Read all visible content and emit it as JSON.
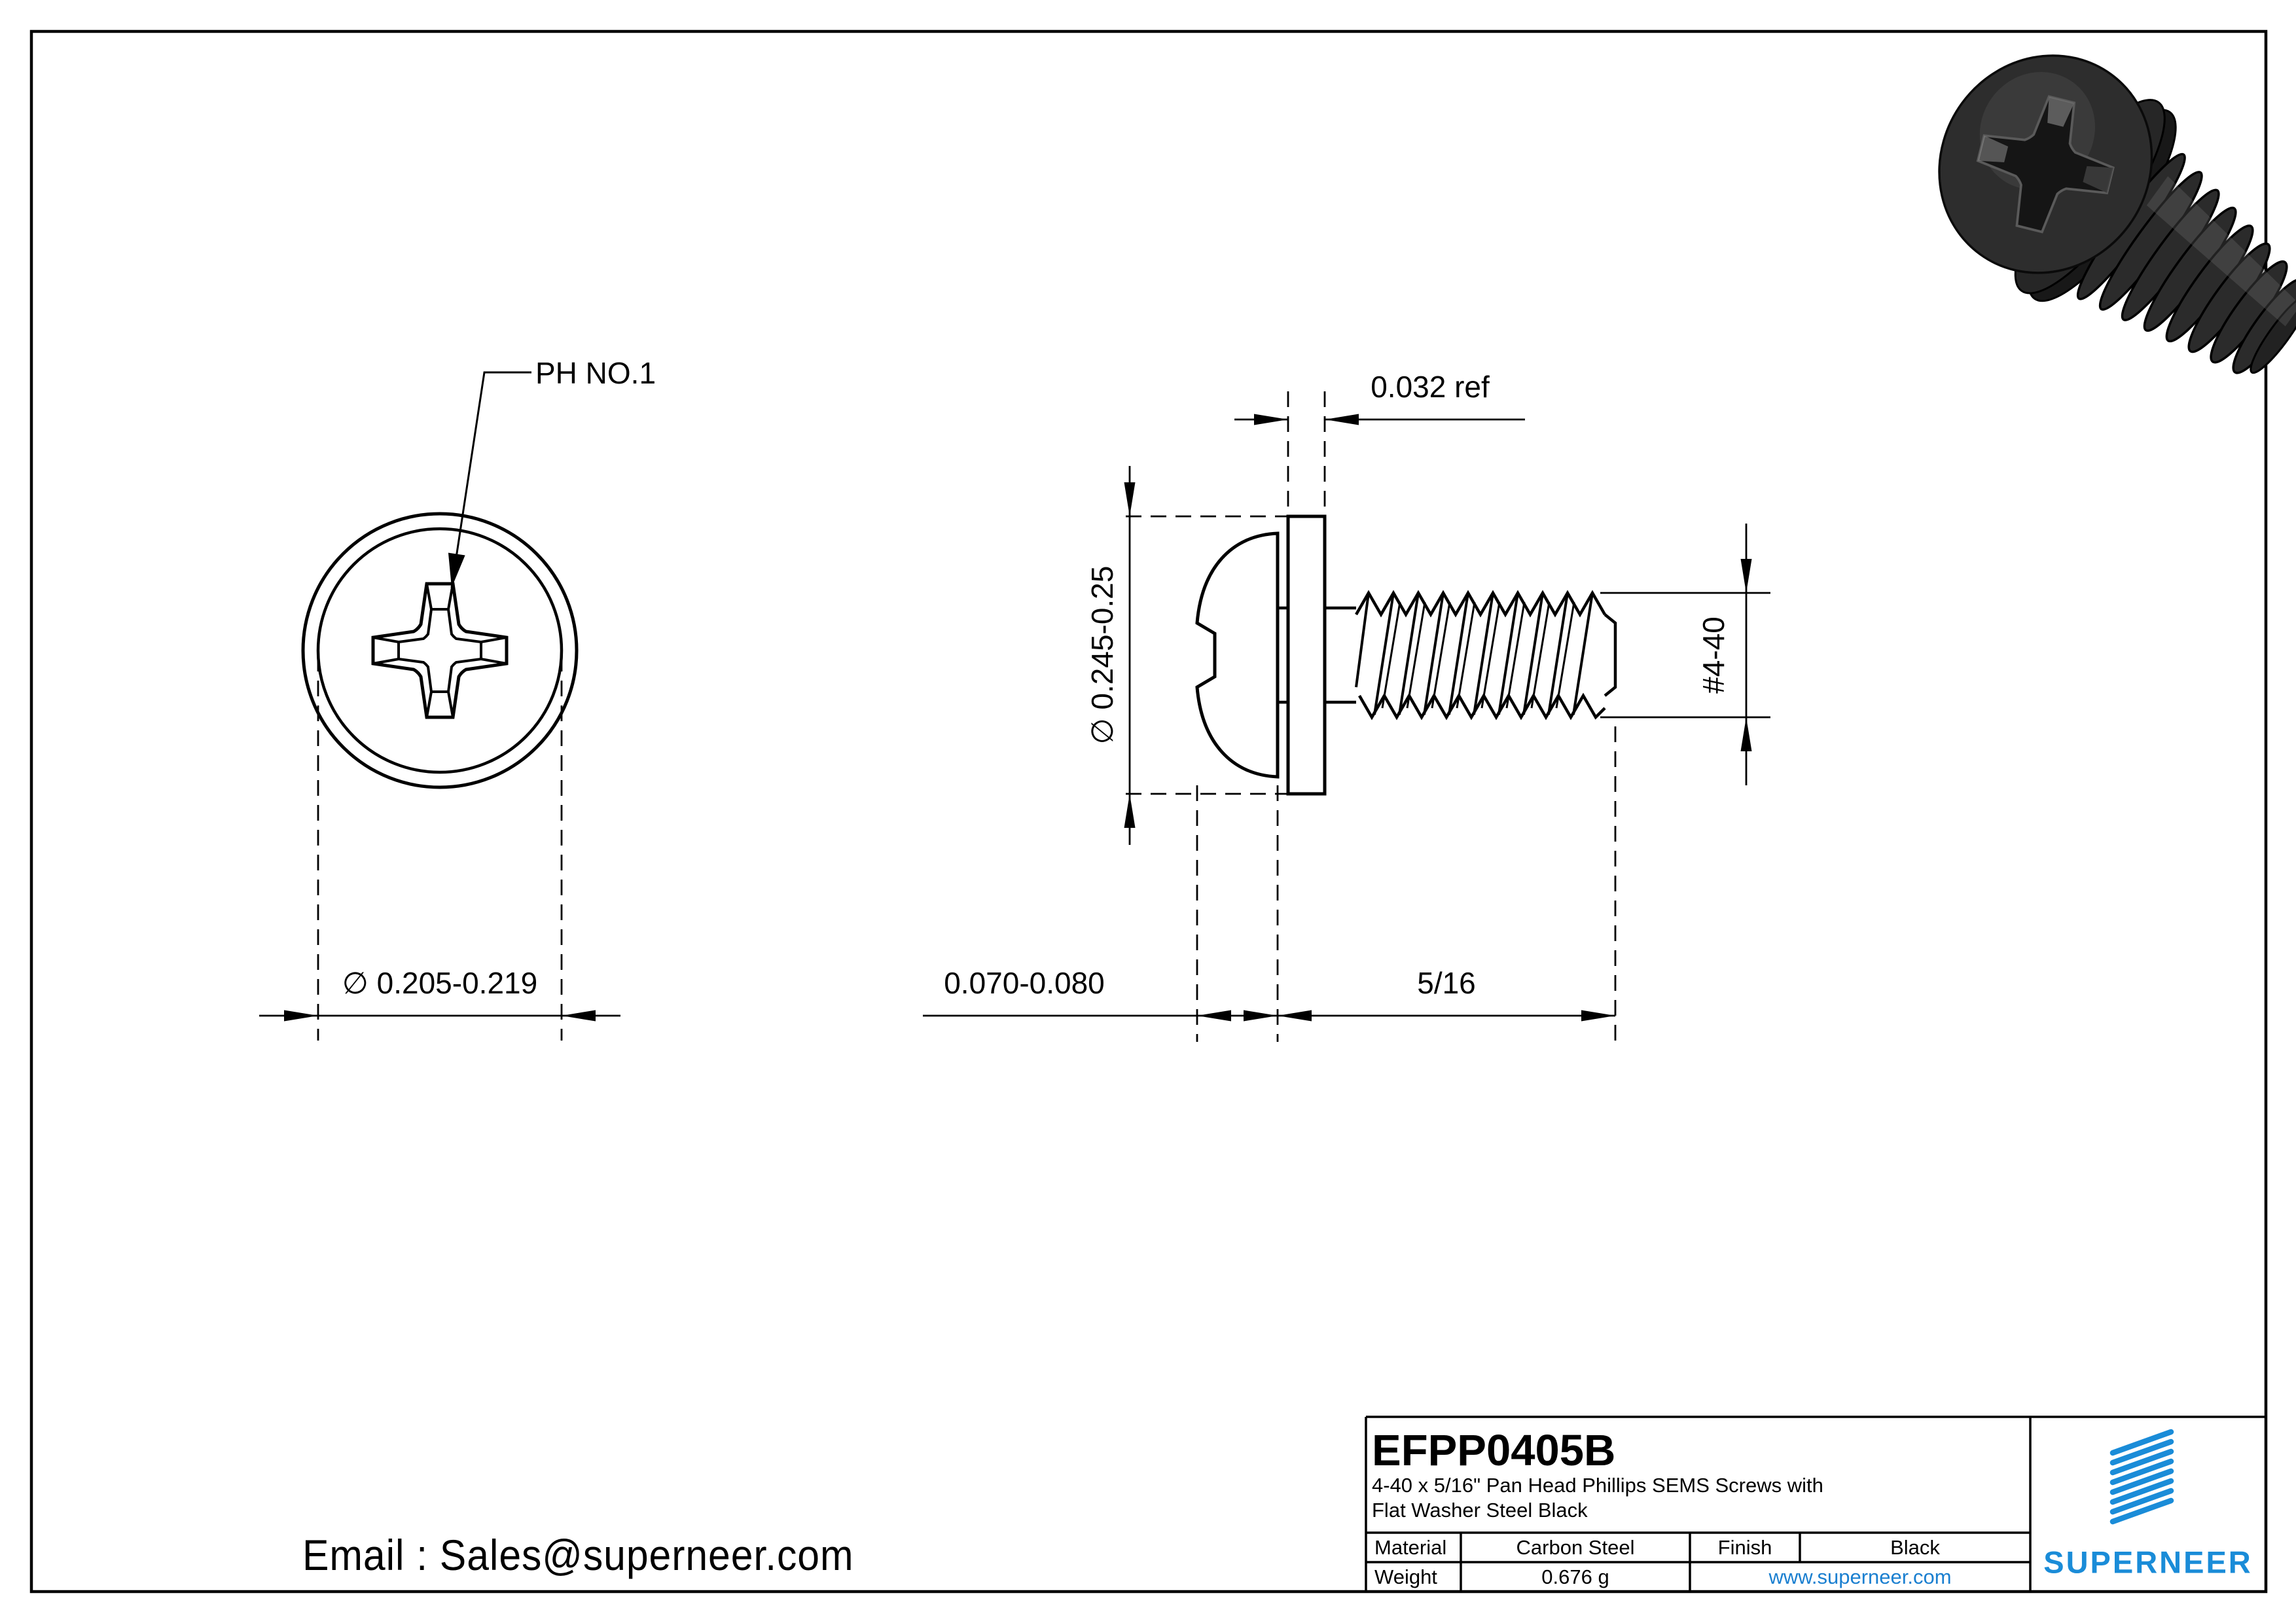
{
  "head_view": {
    "callout": "PH NO.1",
    "diameter_dim": "∅ 0.205-0.219"
  },
  "side_view": {
    "washer_thickness_dim": "0.032 ref",
    "washer_od_dim": "∅ 0.245-0.25",
    "thread_size_dim": "#4-40",
    "head_height_dim": "0.070-0.080",
    "thread_length_dim": "5/16"
  },
  "contact": {
    "email": "Email : Sales@superneer.com"
  },
  "title_block": {
    "part_number": "EFPP0405B",
    "description": [
      "4-40 x 5/16\" Pan Head Phillips SEMS Screws with",
      "Flat Washer Steel Black"
    ],
    "material_label": "Material",
    "material_value": "Carbon Steel",
    "finish_label": "Finish",
    "finish_value": "Black",
    "weight_label": "Weight",
    "weight_value": "0.676 g",
    "website": "www.superneer.com",
    "brand": "SUPERNEER"
  },
  "colors": {
    "ink": "#000000",
    "brand_blue": "#1a8cd8",
    "link_blue": "#1a7fd0"
  }
}
